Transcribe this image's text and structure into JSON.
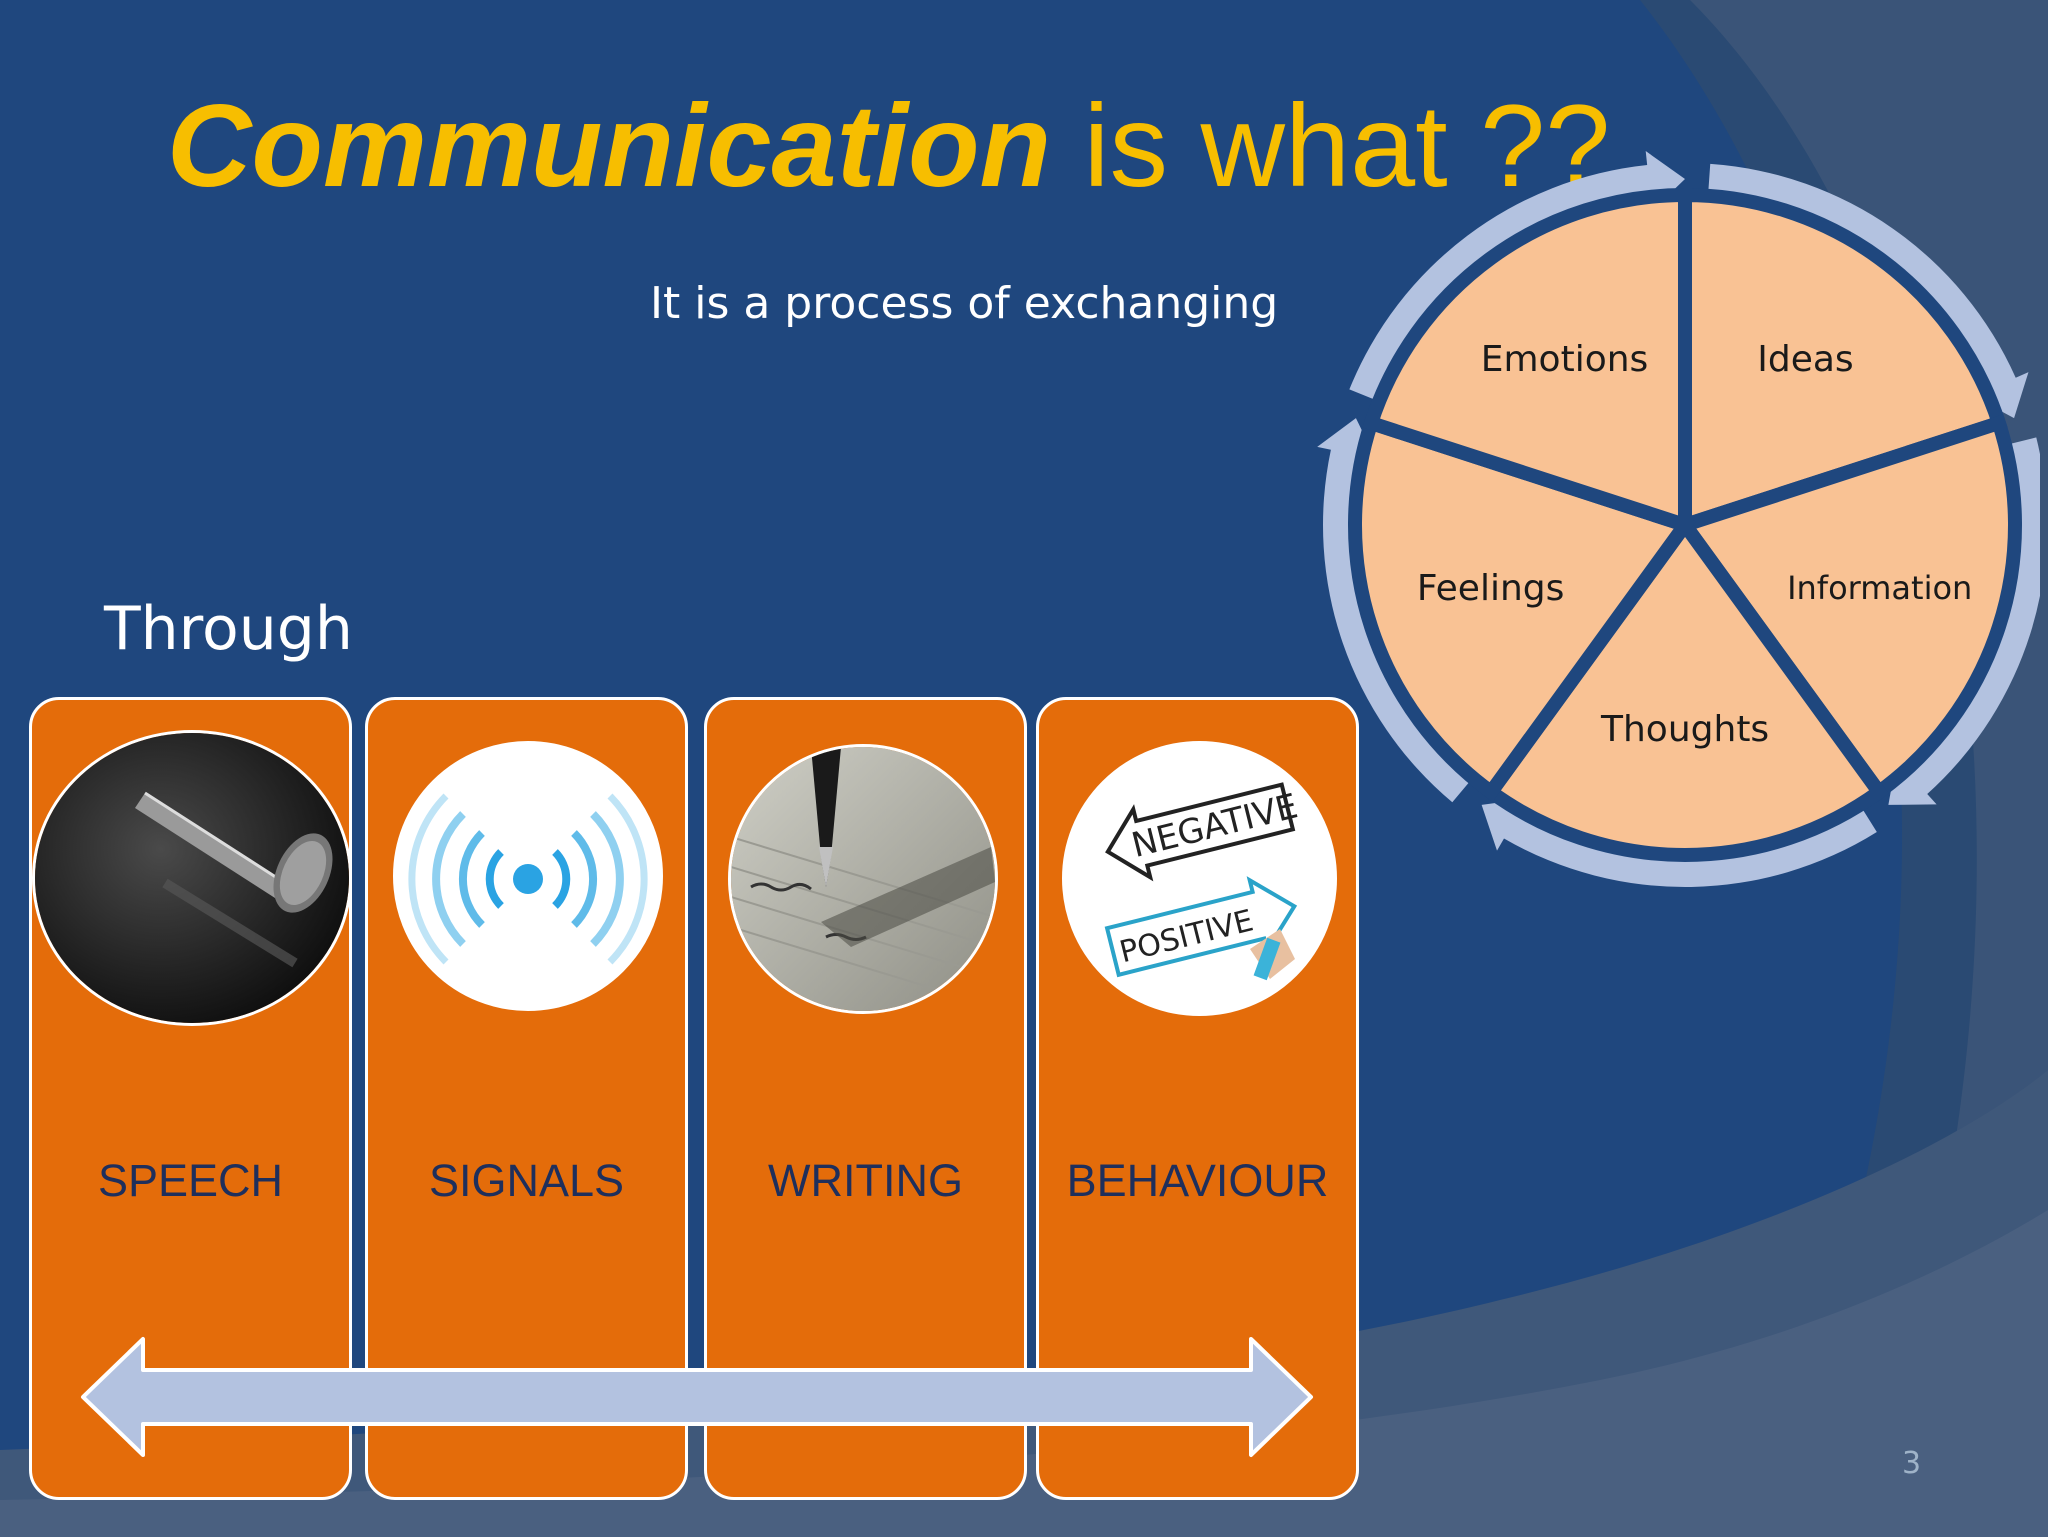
{
  "title": {
    "emphasis": "Communication",
    "rest": " is what ??"
  },
  "subtitle": "It is a process of exchanging",
  "through_label": "Through",
  "channels": [
    {
      "label": "SPEECH",
      "icon": "microphone-icon"
    },
    {
      "label": "SIGNALS",
      "icon": "signal-broadcast-icon"
    },
    {
      "label": "WRITING",
      "icon": "fountain-pen-icon"
    },
    {
      "label": "BEHAVIOUR",
      "icon": "negative-positive-signs-icon"
    }
  ],
  "behaviour_icon_text": {
    "negative": "NEGATIVE",
    "positive": "POSITIVE"
  },
  "cycle_items": [
    "Ideas",
    "Information",
    "Thoughts",
    "Feelings",
    "Emotions"
  ],
  "page_number": "3",
  "colors": {
    "background": "#1f477e",
    "title": "#f7be00",
    "card": "#e46c0a",
    "card_text": "#1e2f5c",
    "segment": "#f9c294",
    "ring": "#b3c2e0",
    "arrow": "#b3c2e0"
  }
}
